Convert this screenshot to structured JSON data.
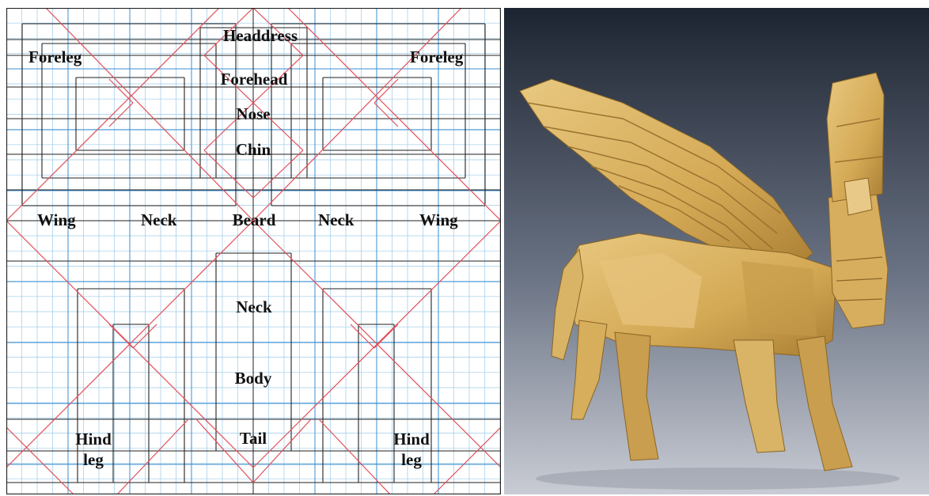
{
  "crease_pattern": {
    "labels": {
      "headdress": "Headdress",
      "foreleg_left": "Foreleg",
      "foreleg_right": "Foreleg",
      "forehead": "Forehead",
      "nose": "Nose",
      "chin": "Chin",
      "wing_left": "Wing",
      "neck_left": "Neck",
      "beard": "Beard",
      "neck_right": "Neck",
      "wing_right": "Wing",
      "neck_center": "Neck",
      "body": "Body",
      "tail": "Tail",
      "hind_leg_left": "Hind\nleg",
      "hind_leg_right": "Hind\nleg"
    },
    "colors": {
      "valley": "#e0505a",
      "mountain": "#222222",
      "grid_major": "#3b8fd0",
      "grid_minor": "#9ccbe8",
      "paper": "#ffffff"
    }
  },
  "photo": {
    "colors": {
      "background_top": "#1d2431",
      "background_mid": "#6a7384",
      "background_floor": "#c9ccd4",
      "paper_light": "#e8c880",
      "paper_mid": "#d4a955",
      "paper_dark": "#a97e33"
    }
  }
}
